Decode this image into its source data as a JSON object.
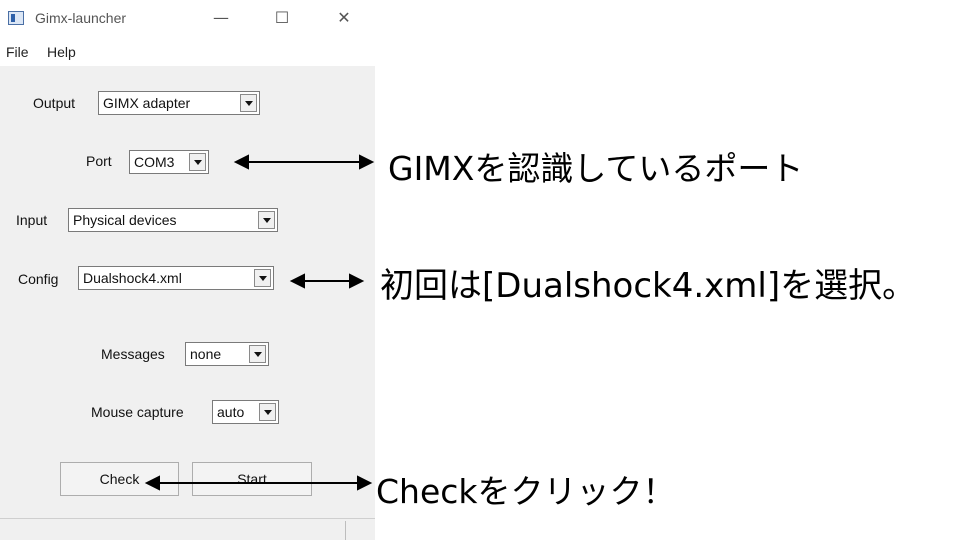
{
  "window": {
    "title": "Gimx-launcher",
    "controls": {
      "minimize": "—",
      "maximize": "☐",
      "close": "✕"
    },
    "menu": [
      "File",
      "Help"
    ]
  },
  "form": {
    "output": {
      "label": "Output",
      "value": "GIMX adapter"
    },
    "port": {
      "label": "Port",
      "value": "COM3"
    },
    "input": {
      "label": "Input",
      "value": "Physical devices"
    },
    "config": {
      "label": "Config",
      "value": "Dualshock4.xml"
    },
    "messages": {
      "label": "Messages",
      "value": "none"
    },
    "mouse_capture": {
      "label": "Mouse capture",
      "value": "auto"
    }
  },
  "buttons": {
    "check": "Check",
    "start": "Start"
  },
  "annotations": {
    "port_note": "GIMXを認識しているポート",
    "config_note": "初回は[Dualshock4.xml]を選択。",
    "check_note": "Checkをクリック！"
  }
}
